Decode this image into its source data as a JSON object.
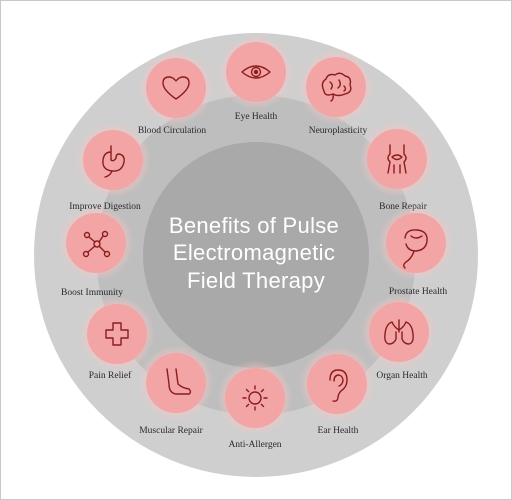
{
  "diagram": {
    "title_lines": [
      "Benefits of Pulse",
      "Electromagnetic",
      "Field Therapy"
    ],
    "colors": {
      "outer_ring": "#cfcfcf",
      "inner_ring": "#bcbcbc",
      "center": "#a9a9a9",
      "node_fill": "#f3a5a5",
      "node_glow": "#f8c9c9",
      "icon_stroke": "#8b1c1c",
      "label_text": "#2a2a2a",
      "title_text": "#ffffff"
    },
    "nodes": [
      {
        "label": "Eye Health",
        "icon": "eye-icon"
      },
      {
        "label": "Neuroplasticity",
        "icon": "brain-icon"
      },
      {
        "label": "Bone Repair",
        "icon": "knee-joint-icon"
      },
      {
        "label": "Prostate Health",
        "icon": "prostate-icon"
      },
      {
        "label": "Organ Health",
        "icon": "lungs-icon"
      },
      {
        "label": "Ear Health",
        "icon": "ear-icon"
      },
      {
        "label": "Anti-Allergen",
        "icon": "allergen-sun-icon"
      },
      {
        "label": "Muscular Repair",
        "icon": "foot-icon"
      },
      {
        "label": "Pain Relief",
        "icon": "medical-cross-icon"
      },
      {
        "label": "Boost Immunity",
        "icon": "molecule-icon"
      },
      {
        "label": "Improve Digestion",
        "icon": "stomach-icon"
      },
      {
        "label": "Blood Circulation",
        "icon": "heart-icon"
      }
    ]
  }
}
